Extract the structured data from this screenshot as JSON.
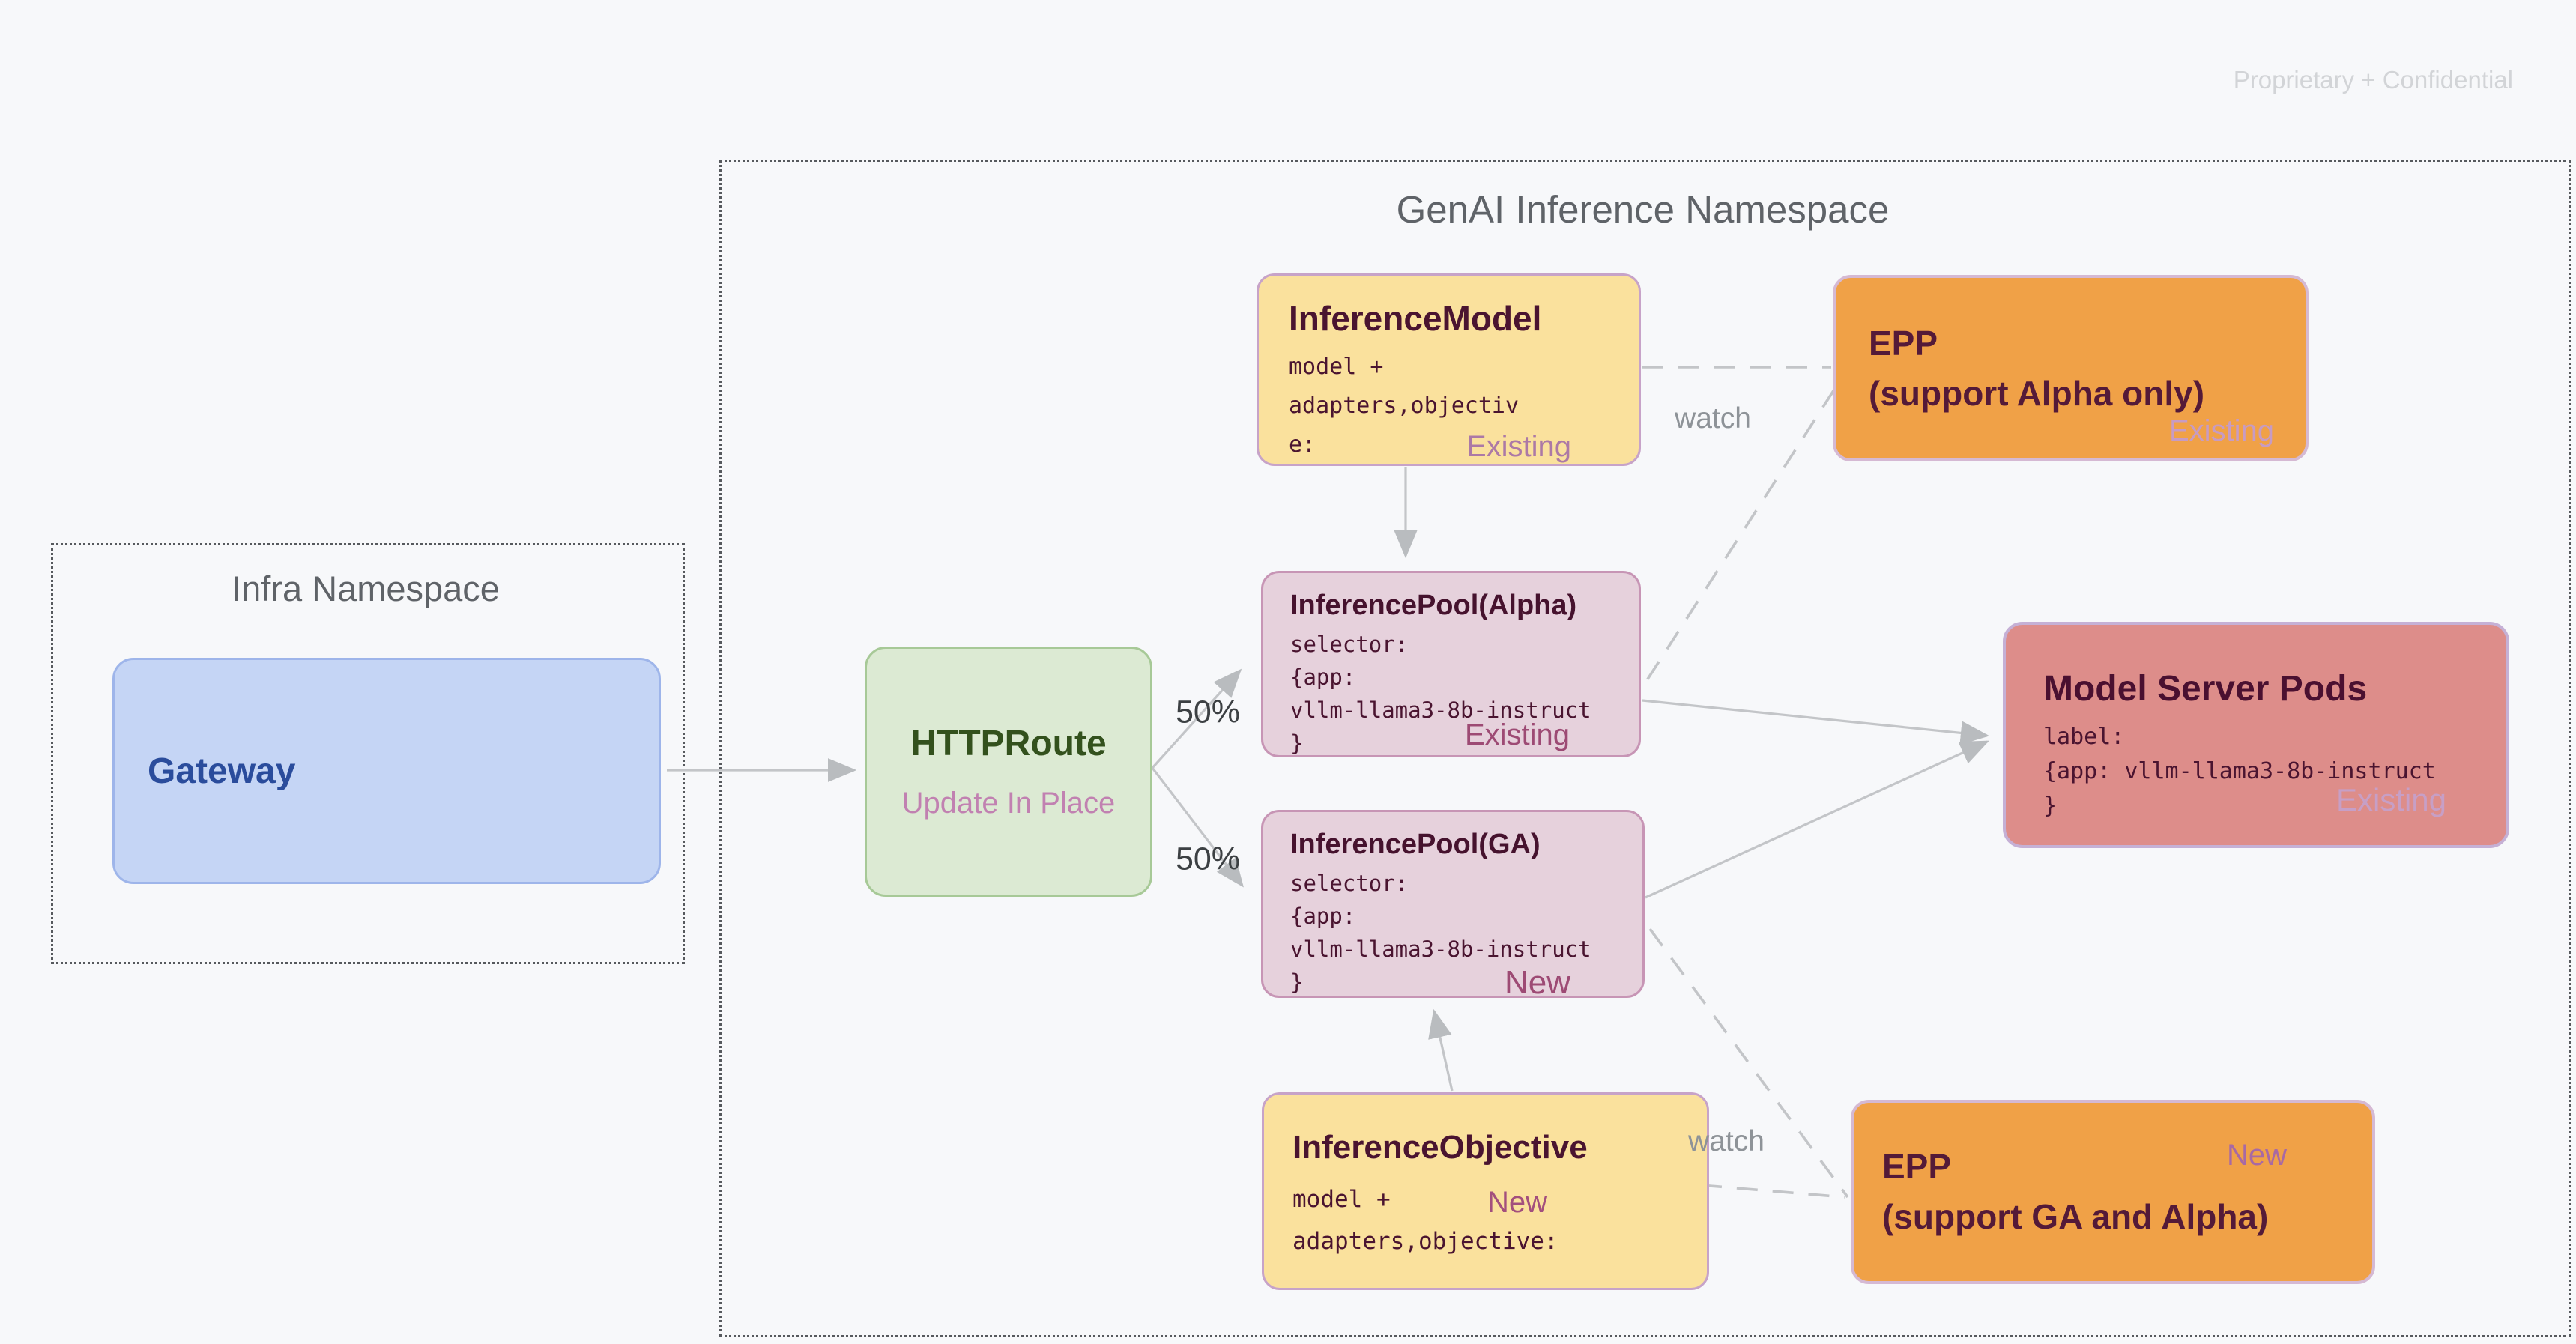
{
  "meta": {
    "confidential": "Proprietary + Confidential"
  },
  "namespaces": {
    "infra": {
      "title": "Infra Namespace"
    },
    "genai": {
      "title": "GenAI Inference Namespace"
    }
  },
  "nodes": {
    "gateway": {
      "title": "Gateway"
    },
    "httproute": {
      "title": "HTTPRoute",
      "subtitle": "Update In Place"
    },
    "inference_model": {
      "title": "InferenceModel",
      "code": "model +\nadapters,objectiv\ne:",
      "tag": "Existing"
    },
    "epp_alpha": {
      "title": "EPP\n(support Alpha only)",
      "tag": "Existing"
    },
    "pool_alpha": {
      "title": "InferencePool(Alpha)",
      "code": "selector:\n{app:\nvllm-llama3-8b-instruct\n}",
      "tag": "Existing"
    },
    "pool_ga": {
      "title": "InferencePool(GA)",
      "code": "selector:\n{app:\nvllm-llama3-8b-instruct\n}",
      "tag": "New"
    },
    "model_server_pods": {
      "title": "Model Server Pods",
      "code": "label:\n{app: vllm-llama3-8b-instruct\n}",
      "tag": "Existing"
    },
    "inference_objective": {
      "title": "InferenceObjective",
      "code": "model +\nadapters,objective:",
      "tag": "New"
    },
    "epp_ga": {
      "title": "EPP\n(support GA and Alpha)",
      "tag": "New"
    }
  },
  "edges": {
    "split_top_label": "50%",
    "split_bottom_label": "50%",
    "watch_top_label": "watch",
    "watch_bottom_label": "watch"
  },
  "colors": {
    "background": "#F7F8FA",
    "namespace_border": "#56595D",
    "namespace_title": "#5F6368",
    "gateway_fill": "#C5D5F5",
    "gateway_border": "#9EB5EA",
    "gateway_text": "#2A4C9C",
    "httproute_fill": "#DCEAD3",
    "httproute_border": "#A7C997",
    "httproute_text": "#33511D",
    "httproute_subtitle": "#C181B1",
    "yellow_fill": "#FAE19D",
    "yellow_border": "#C7A3C8",
    "orange_fill": "#F0A147",
    "orange_border": "#D5B9D3",
    "pink_fill": "#E6D1DC",
    "pink_border": "#C795B5",
    "salmon_fill": "#DD8D8A",
    "salmon_border": "#C5B0D5",
    "dark_title": "#4A1430",
    "tag_light_purple": "#C79BC3",
    "tag_purple": "#AC79A6",
    "tag_pink": "#9D4A74",
    "arrow": "#C3C5C8",
    "watch_text": "#8E9398",
    "percent_text": "#3C4043",
    "confidential_text": "#D2D4D7"
  }
}
